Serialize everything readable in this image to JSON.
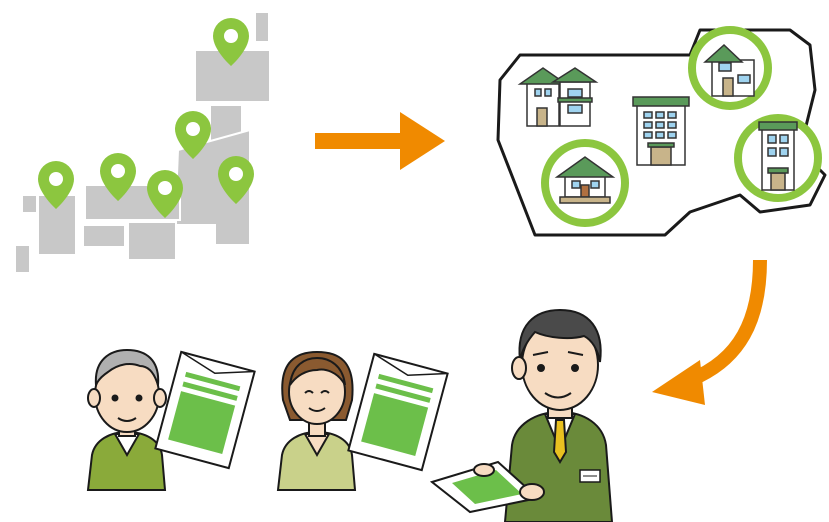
{
  "scene": {
    "map_region": "japan-map",
    "pins": [
      "pin-hokkaido",
      "pin-tohoku",
      "pin-kanto",
      "pin-chubu",
      "pin-kinki",
      "pin-kyushu"
    ],
    "buildings": [
      "two-story-house",
      "apartment-building",
      "suburban-house",
      "small-house",
      "tall-house"
    ],
    "people": [
      "elderly-man",
      "middle-aged-woman",
      "salesman"
    ],
    "items": [
      "document-envelope-1",
      "document-envelope-2",
      "tablet-document"
    ]
  },
  "colors": {
    "map_fill": "#c8c8c8",
    "pin_green": "#8cc63f",
    "highlight_ring": "#8cc63f",
    "arrow_orange": "#f08a00",
    "suit_green": "#6a8a3a",
    "document_green": "#6cbf4a",
    "outline": "#1a1a1a"
  }
}
